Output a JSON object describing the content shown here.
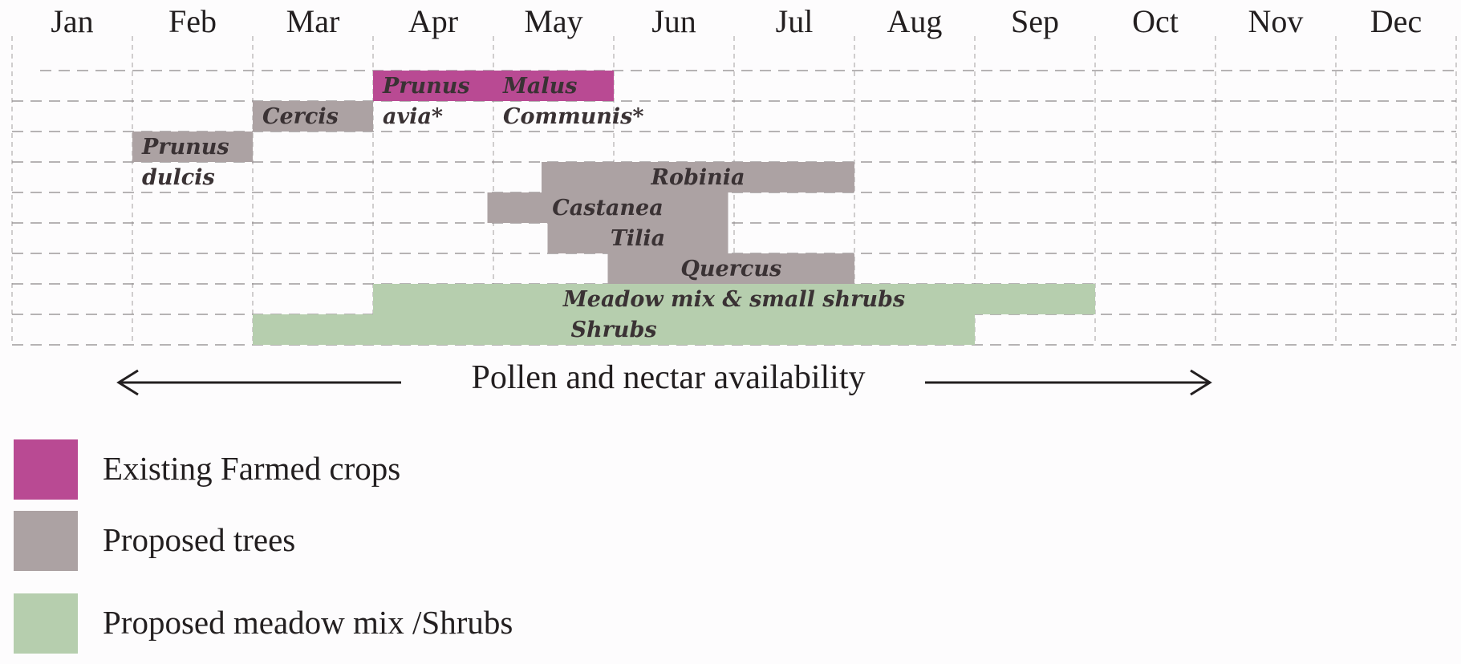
{
  "chart_data": {
    "type": "gantt",
    "title": "",
    "categories": [
      "Jan",
      "Feb",
      "Mar",
      "Apr",
      "May",
      "Jun",
      "Jul",
      "Aug",
      "Sep",
      "Oct",
      "Nov",
      "Dec"
    ],
    "caption": "Pollen and nectar availability",
    "grid": true,
    "colors": {
      "crops": "#b94a93",
      "trees": "#aca2a3",
      "meadow": "#b6ceae"
    },
    "bars": [
      {
        "label": "Prunus",
        "sublabel": "avia*",
        "group": "crops",
        "start": 3.0,
        "end": 4.0,
        "row": 0
      },
      {
        "label": "Malus",
        "sublabel": "Communis*",
        "group": "crops",
        "start": 4.0,
        "end": 5.0,
        "row": 0
      },
      {
        "label": "Cercis",
        "group": "trees",
        "start": 2.0,
        "end": 3.0,
        "row": 1
      },
      {
        "label": "Prunus",
        "sublabel": "dulcis",
        "group": "trees",
        "start": 1.0,
        "end": 2.0,
        "row": 2
      },
      {
        "label": "Robinia",
        "group": "trees",
        "start": 4.4,
        "end": 7.0,
        "row": 3
      },
      {
        "label": "Castanea",
        "group": "trees",
        "start": 3.95,
        "end": 5.95,
        "row": 4
      },
      {
        "label": "Tilia",
        "group": "trees",
        "start": 4.45,
        "end": 5.95,
        "row": 5
      },
      {
        "label": "Quercus",
        "group": "trees",
        "start": 4.95,
        "end": 7.0,
        "row": 6
      },
      {
        "label": "Meadow mix & small shrubs",
        "group": "meadow",
        "start": 3.0,
        "end": 9.0,
        "row": 7
      },
      {
        "label": "Shrubs",
        "group": "meadow",
        "start": 2.0,
        "end": 8.0,
        "row": 8
      }
    ],
    "legend": [
      {
        "label": "Existing Farmed crops",
        "group": "crops"
      },
      {
        "label": "Proposed trees",
        "group": "trees"
      },
      {
        "label": "Proposed meadow mix /Shrubs",
        "group": "meadow"
      }
    ]
  }
}
